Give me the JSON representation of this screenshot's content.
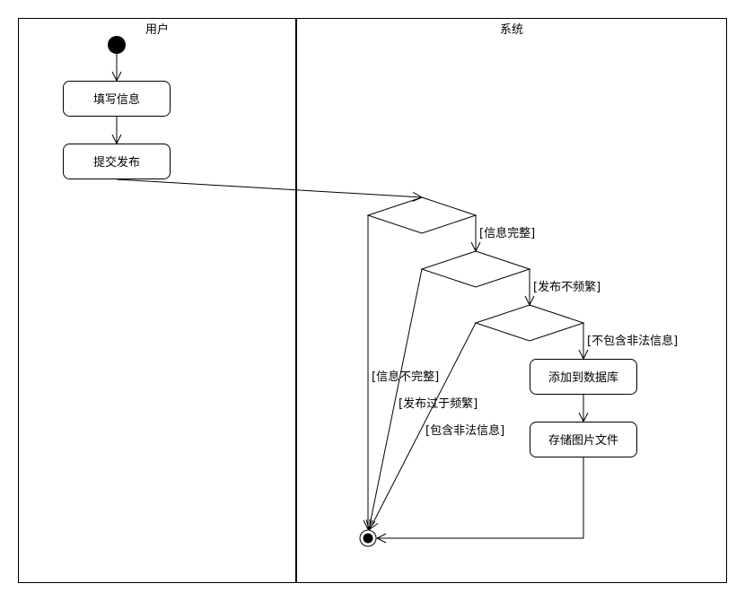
{
  "swimlanes": {
    "user_title": "用户",
    "system_title": "系统"
  },
  "actions": {
    "fill_info": "填写信息",
    "submit_publish": "提交发布",
    "add_to_db": "添加到数据库",
    "store_image": "存储图片文件"
  },
  "guards": {
    "info_complete": "[信息完整]",
    "not_frequent": "[发布不频繁]",
    "no_illegal": "[不包含非法信息]",
    "info_incomplete": "[信息不完整]",
    "too_frequent": "[发布过于频繁]",
    "has_illegal": "[包含非法信息]"
  }
}
